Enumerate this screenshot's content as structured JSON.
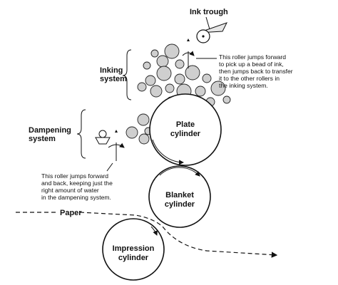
{
  "labels": {
    "ink_trough": "Ink trough",
    "inking_system": [
      "Inking",
      "system"
    ],
    "dampening_system": [
      "Dampening",
      "system"
    ],
    "plate_cylinder": [
      "Plate",
      "cylinder"
    ],
    "blanket_cylinder": [
      "Blanket",
      "cylinder"
    ],
    "impression_cylinder": [
      "Impression",
      "cylinder"
    ],
    "paper": "Paper"
  },
  "notes": {
    "ink_roller": [
      "This roller jumps forward",
      "to pick up a bead of ink,",
      "then jumps back to transfer",
      "it to the other rollers in",
      "the inking system."
    ],
    "water_roller": [
      "This roller jumps forward",
      "and back, keeping just the",
      "right amount of water",
      "in the dampening system."
    ]
  },
  "colors": {
    "roller_fill": "#cfcfcf",
    "line": "#111111"
  }
}
